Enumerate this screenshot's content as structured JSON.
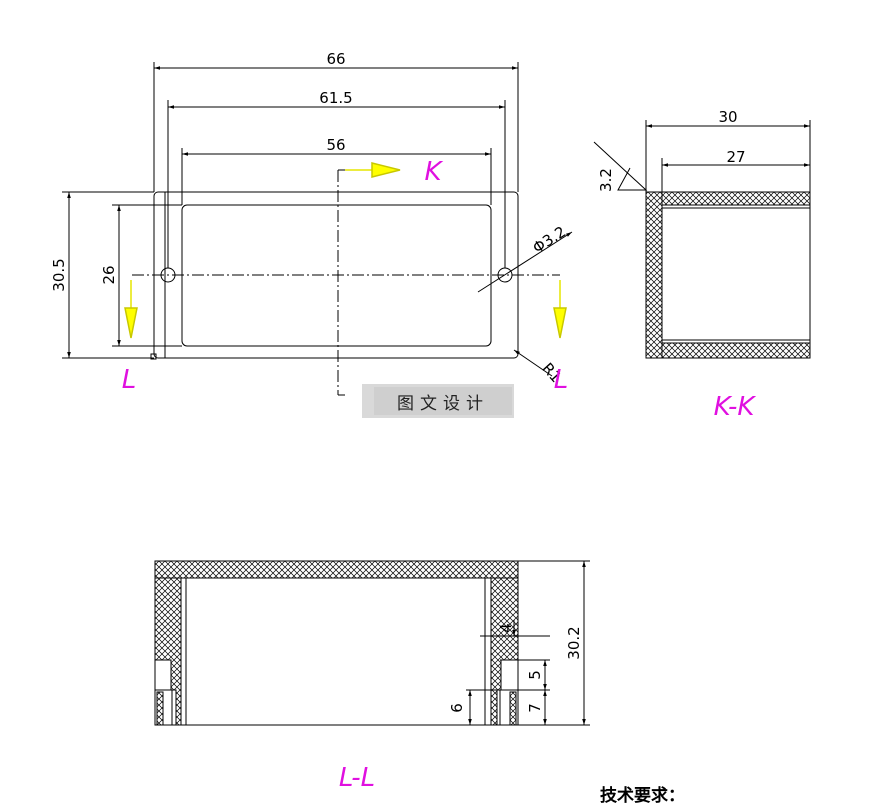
{
  "dims": {
    "d66": "66",
    "d61_5": "61.5",
    "d56": "56",
    "d30_5": "30.5",
    "d26": "26",
    "hole_dia": "Φ3.2",
    "radius": "R1",
    "kk_30": "30",
    "kk_27": "27",
    "kk_3_2": "3.2",
    "ll_30_2": "30.2",
    "ll_4": "4",
    "ll_5": "5",
    "ll_7": "7",
    "ll_6": "6"
  },
  "labels": {
    "k_arrow": "K",
    "l_left": "L",
    "l_right": "L",
    "section_kk": "K-K",
    "section_ll": "L-L"
  },
  "watermark": "图文设计",
  "tech_req": "技术要求：",
  "colors": {
    "line": "#000000",
    "section_label": "#e010e0",
    "arrow": "#ffff00",
    "hatch": "#000000"
  }
}
